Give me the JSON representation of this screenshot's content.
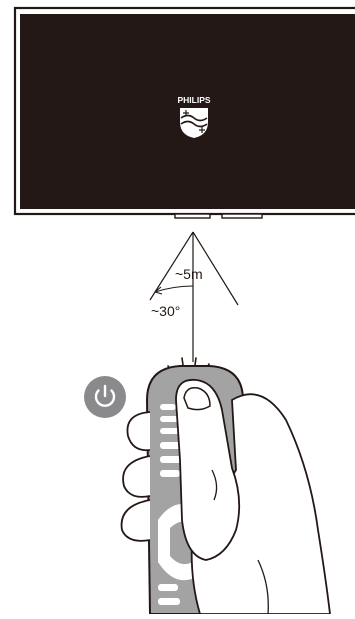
{
  "tv": {
    "brand": "PHILIPS",
    "screen_color": "#231815",
    "frame_color": "#ffffff"
  },
  "annotations": {
    "distance": "~5m",
    "angle": "~30°"
  },
  "power_button": {
    "icon": "power-icon",
    "color": "#8a8a8c"
  },
  "remote": {
    "body_color": "#a3a3a3"
  }
}
